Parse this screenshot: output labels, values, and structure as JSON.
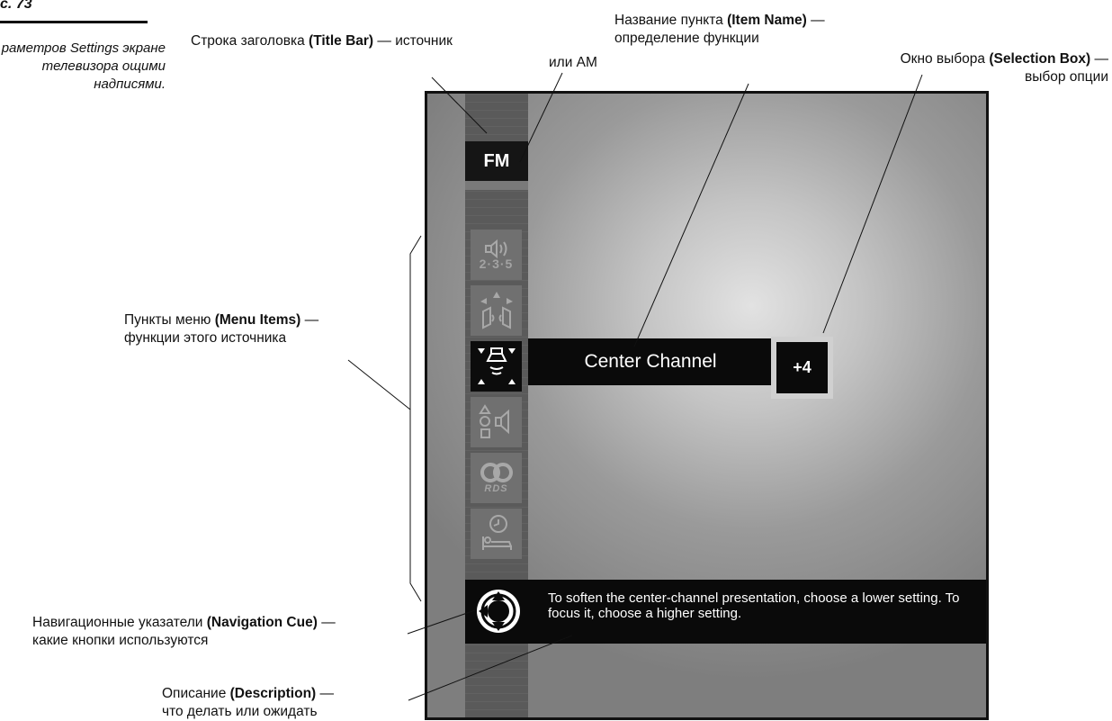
{
  "page": {
    "number": "73",
    "side_note": [
      "раметров Settings",
      "экране телевизора",
      "ощими надписями."
    ]
  },
  "annotations": {
    "title_bar": {
      "line1": "Строка заголовка ",
      "bold": "(Title Bar)",
      "rest": " — источник",
      "line2": "или AM"
    },
    "item_name": {
      "line1": "Название пункта ",
      "bold": "(Item Name)",
      "rest": " —",
      "line2": "определение функции"
    },
    "selection_box": {
      "line1": "Окно выбора ",
      "bold": "(Selection Box)",
      "rest": " —",
      "line2": "выбор опции"
    },
    "menu_items": {
      "line1": "Пункты меню ",
      "bold": "(Menu Items)",
      "rest": " —",
      "line2": "функции этого источника"
    },
    "navigation_cue": {
      "line1": "Навигационные указатели ",
      "bold": "(Navigation Cue)",
      "rest": " —",
      "line2": "какие кнопки используются"
    },
    "description": {
      "line1": "Описание ",
      "bold": "(Description)",
      "rest": " —",
      "line2": "что делать или ожидать"
    }
  },
  "screen": {
    "title": "FM",
    "menu_items": [
      {
        "icon": "speaker-2-3-5-icon",
        "text": "2·3·5"
      },
      {
        "icon": "surround-speakers-icon"
      },
      {
        "icon": "center-channel-icon",
        "selected": true
      },
      {
        "icon": "shapes-speaker-icon"
      },
      {
        "icon": "rds-icon",
        "text": "RDS"
      },
      {
        "icon": "sleep-timer-icon"
      }
    ],
    "item_name": "Center Channel",
    "selection_value": "+4",
    "description": "To soften the center-channel presentation, choose a lower setting. To focus it, choose a higher setting."
  },
  "colors": {
    "screen_dark": "#0a0a0a",
    "sidebar": "#5a5a5a",
    "menu_item": "#707070",
    "selection_frame": "#d0d0d0"
  }
}
